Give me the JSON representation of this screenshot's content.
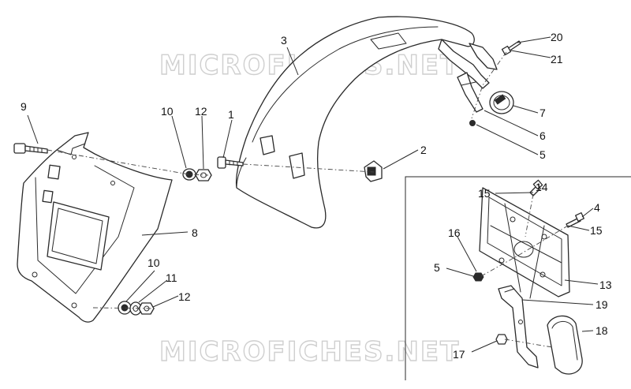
{
  "watermark": {
    "text": "MICROFICHES.NET"
  },
  "callouts": {
    "c1": "1",
    "c2": "2",
    "c3": "3",
    "c4": "4",
    "c5a": "5",
    "c5b": "5",
    "c6": "6",
    "c7": "7",
    "c8": "8",
    "c9": "9",
    "c10a": "10",
    "c10b": "10",
    "c11": "11",
    "c12a": "12",
    "c12b": "12",
    "c13": "13",
    "c14": "14",
    "c15a": "15",
    "c15b": "15",
    "c16": "16",
    "c17": "17",
    "c18": "18",
    "c19": "19",
    "c20": "20",
    "c21": "21"
  }
}
